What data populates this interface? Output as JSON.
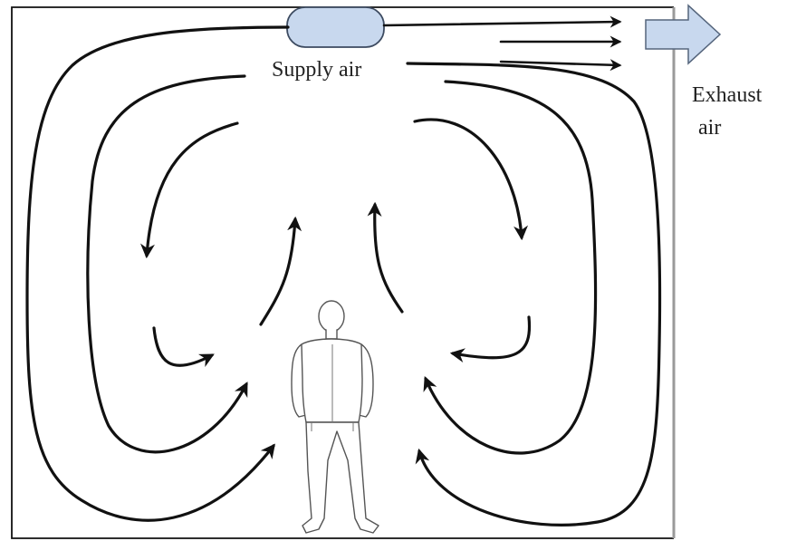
{
  "labels": {
    "supply": "Supply air",
    "exhaust_line1": "Exhaust",
    "exhaust_line2": "air"
  },
  "colors": {
    "diffuser_fill": "#c8d8ee",
    "diffuser_stroke": "#3c4a60",
    "outlet_arrow_fill": "#c8d8ee",
    "outlet_arrow_stroke": "#55657c",
    "room_outline": "#111111",
    "right_wall": "#9a9a9a",
    "flow_lines": "#111111"
  },
  "icons": {
    "person": "standing-person-icon",
    "diffuser": "supply-diffuser-icon",
    "outlet": "exhaust-outlet-arrow-icon"
  }
}
